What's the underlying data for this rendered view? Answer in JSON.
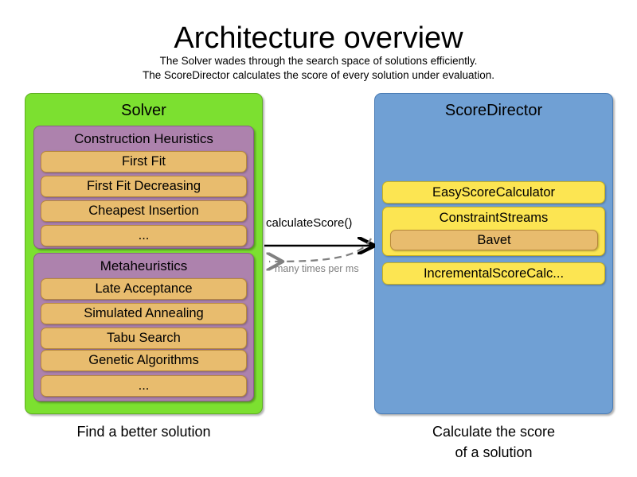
{
  "header": {
    "title": "Architecture overview",
    "subtitle_lines": [
      "The Solver wades through the search space of solutions efficiently.",
      "The ScoreDirector calculates the score of every solution under evaluation."
    ]
  },
  "colors": {
    "solver_panel": "#7CE030",
    "scoredirector_panel": "#70A0D4",
    "group": "#AD82AD",
    "item_orange": "#E8BC6E",
    "item_yellow": "#FCE552",
    "arrow_solid": "#000000",
    "arrow_dashed": "#808080",
    "background": "#FFFFFF"
  },
  "solver": {
    "title": "Solver",
    "caption": "Find a better solution",
    "groups": [
      {
        "title": "Construction Heuristics",
        "items": [
          "First Fit",
          "First Fit Decreasing",
          "Cheapest Insertion",
          "..."
        ]
      },
      {
        "title": "Metaheuristics",
        "items": [
          "Late Acceptance",
          "Simulated Annealing",
          "Tabu Search",
          "Genetic Algorithms",
          "..."
        ]
      }
    ]
  },
  "score_director": {
    "title": "ScoreDirector",
    "caption_lines": [
      "Calculate the score",
      "of a solution"
    ],
    "calculators": [
      {
        "label": "EasyScoreCalculator"
      },
      {
        "label": "ConstraintStreams",
        "child": "Bavet"
      },
      {
        "label": "IncrementalScoreCalc..."
      }
    ]
  },
  "arrows": [
    {
      "name": "calculate-score-arrow",
      "label": "calculateScore()",
      "direction": "right",
      "style": "solid"
    },
    {
      "name": "many-times-arrow",
      "label": "many times per ms",
      "direction": "left",
      "style": "dashed"
    }
  ]
}
